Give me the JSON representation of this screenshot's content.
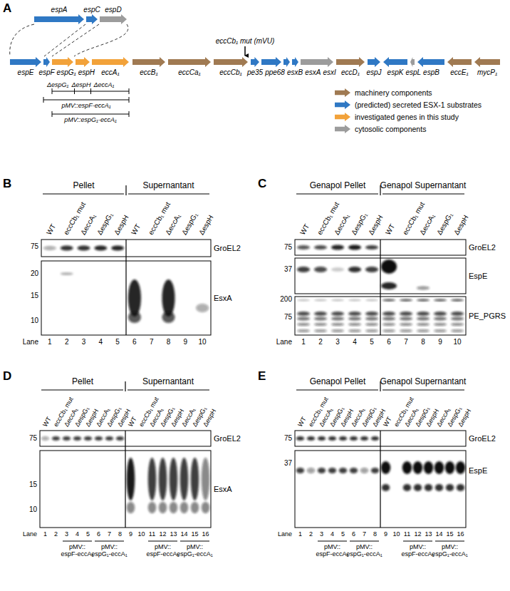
{
  "diagram": {
    "nodes": [
      {
        "text": [
          "espA"
        ]
      },
      {
        "text": [
          "espC"
        ]
      },
      {
        "text": [
          "espD"
        ]
      },
      {
        "text": [
          "espE"
        ]
      },
      {
        "text": [
          "espF"
        ]
      },
      {
        "text": [
          "espG₁"
        ]
      },
      {
        "text": [
          "espH"
        ]
      },
      {
        "text": [
          "eccA₁"
        ]
      },
      {
        "text": [
          "eccB₁"
        ]
      },
      {
        "text": [
          "eccCa₁"
        ]
      },
      {
        "text": [
          "eccCb₁"
        ]
      },
      {
        "text": [
          "pe35"
        ]
      },
      {
        "text": [
          "ppe68"
        ]
      },
      {
        "text": [
          "esxB"
        ]
      },
      {
        "text": [
          "esxA"
        ]
      },
      {
        "text": [
          "esxI"
        ]
      },
      {
        "text": [
          "eccD₁"
        ]
      },
      {
        "text": [
          "espJ"
        ]
      },
      {
        "text": [
          "espK"
        ]
      },
      {
        "text": [
          "espL"
        ]
      },
      {
        "text": [
          "espB"
        ]
      },
      {
        "text": [
          "eccE₁"
        ]
      },
      {
        "text": [
          "mycP₁"
        ]
      }
    ],
    "labels": [
      "A",
      "eccCb₁ mut (mVU)",
      "ΔespG₁",
      "ΔespH",
      "ΔeccA₁",
      "pMV::espF-eccA₁",
      "pMV::espG₁-eccA₁",
      "B",
      "Pellet",
      "Supernantant",
      "WT",
      "eccCb₁ mut",
      "ΔeccA₁",
      "ΔespG₁",
      "ΔespH",
      "WT",
      "eccCb₁ mut",
      "ΔeccA₁",
      "ΔespG₁",
      "ΔespH",
      "75",
      "20",
      "15",
      "10",
      "GroEL2",
      "EsxA",
      "Lane",
      "1",
      "2",
      "3",
      "4",
      "5",
      "6",
      "7",
      "8",
      "9",
      "10",
      "C",
      "Genapol Pellet",
      "Genapol Supernantant",
      "WT",
      "eccCb₁ mut",
      "ΔeccA₁",
      "ΔespG₁",
      "ΔespH",
      "WT",
      "eccCb₁ mut",
      "ΔeccA₁",
      "ΔespG₁",
      "ΔespH",
      "75",
      "37",
      "200",
      "75",
      "GroEL2",
      "EspE",
      "PE_PGRS",
      "Lane",
      "1",
      "2",
      "3",
      "4",
      "5",
      "6",
      "7",
      "8",
      "9",
      "10",
      "D",
      "Pellet",
      "Supernantant",
      "WT",
      "eccCb₁ mut",
      "ΔeccA₁",
      "ΔespG₁",
      "ΔespH",
      "ΔeccA₁",
      "ΔespG₁",
      "ΔespH",
      "WT",
      "eccCb₁ mut",
      "ΔeccA₁",
      "ΔespG₁",
      "ΔespH",
      "ΔeccA₁",
      "ΔespG₁",
      "ΔespH",
      "75",
      "15",
      "10",
      "GroEL2",
      "EsxA",
      "Lane",
      "1",
      "2",
      "3",
      "4",
      "5",
      "6",
      "7",
      "8",
      "9",
      "10",
      "11",
      "12",
      "13",
      "14",
      "15",
      "16",
      "pMV:: espF-eccA₁",
      "pMV:: espG₁-eccA₁",
      "pMV:: espF-eccA₁",
      "pMV:: espG₁-eccA₁",
      "E",
      "Genapol Pellet",
      "Genapol Supernantant",
      "WT",
      "eccCb₁ mut",
      "ΔeccA₁",
      "ΔespG₁",
      "ΔespH",
      "ΔeccA₁",
      "ΔespG₁",
      "ΔespH",
      "WT",
      "eccCb₁ mut",
      "ΔeccA₁",
      "ΔespG₁",
      "ΔespH",
      "ΔeccA₁",
      "ΔespG₁",
      "ΔespH",
      "75",
      "37",
      "GroEL2",
      "EspE",
      "Lane",
      "1",
      "2",
      "3",
      "4",
      "5",
      "6",
      "7",
      "8",
      "9",
      "10",
      "11",
      "12",
      "13",
      "14",
      "15",
      "16",
      "pMV:: espF-eccA₁",
      "pMV:: espG₁-eccA₁",
      "pMV:: espF-eccA₁",
      "pMV:: espG₁-eccA₁"
    ],
    "legend": [
      {
        "text": "machinery components",
        "color": "#a07a52"
      },
      {
        "text": "(predicted) secreted ESX-1 substrates",
        "color": "#2f78c4"
      },
      {
        "text": "investigated genes in this study",
        "color": "#f2a23a"
      },
      {
        "text": "cytosolic components",
        "color": "#9c9c9c"
      }
    ]
  }
}
